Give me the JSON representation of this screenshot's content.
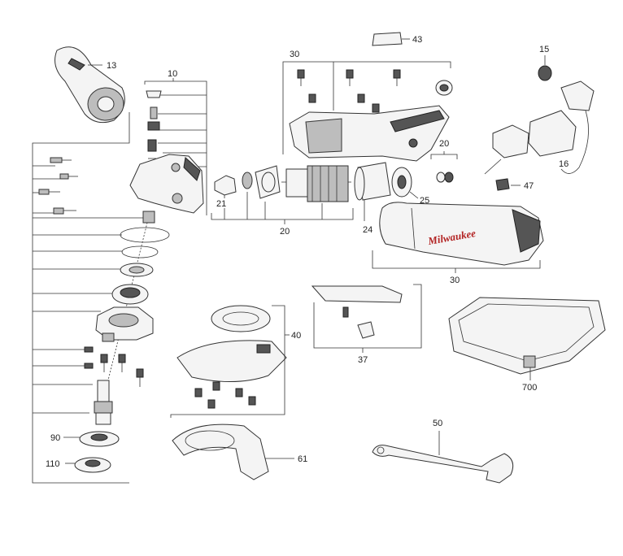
{
  "labels": {
    "p13": "13",
    "p10": "10",
    "p30a": "30",
    "p43": "43",
    "p15": "15",
    "p20a": "20",
    "p16": "16",
    "p47": "47",
    "p21": "21",
    "p20b": "20",
    "p25": "25",
    "p24": "24",
    "p30b": "30",
    "p40": "40",
    "p37": "37",
    "p700": "700",
    "p50": "50",
    "p90": "90",
    "p110": "110",
    "p61": "61"
  },
  "brand": "Milwaukee",
  "colors": {
    "stroke": "#333333",
    "fill_light": "#f4f4f4",
    "fill_dark": "#555555",
    "brand_red": "#b22222"
  }
}
